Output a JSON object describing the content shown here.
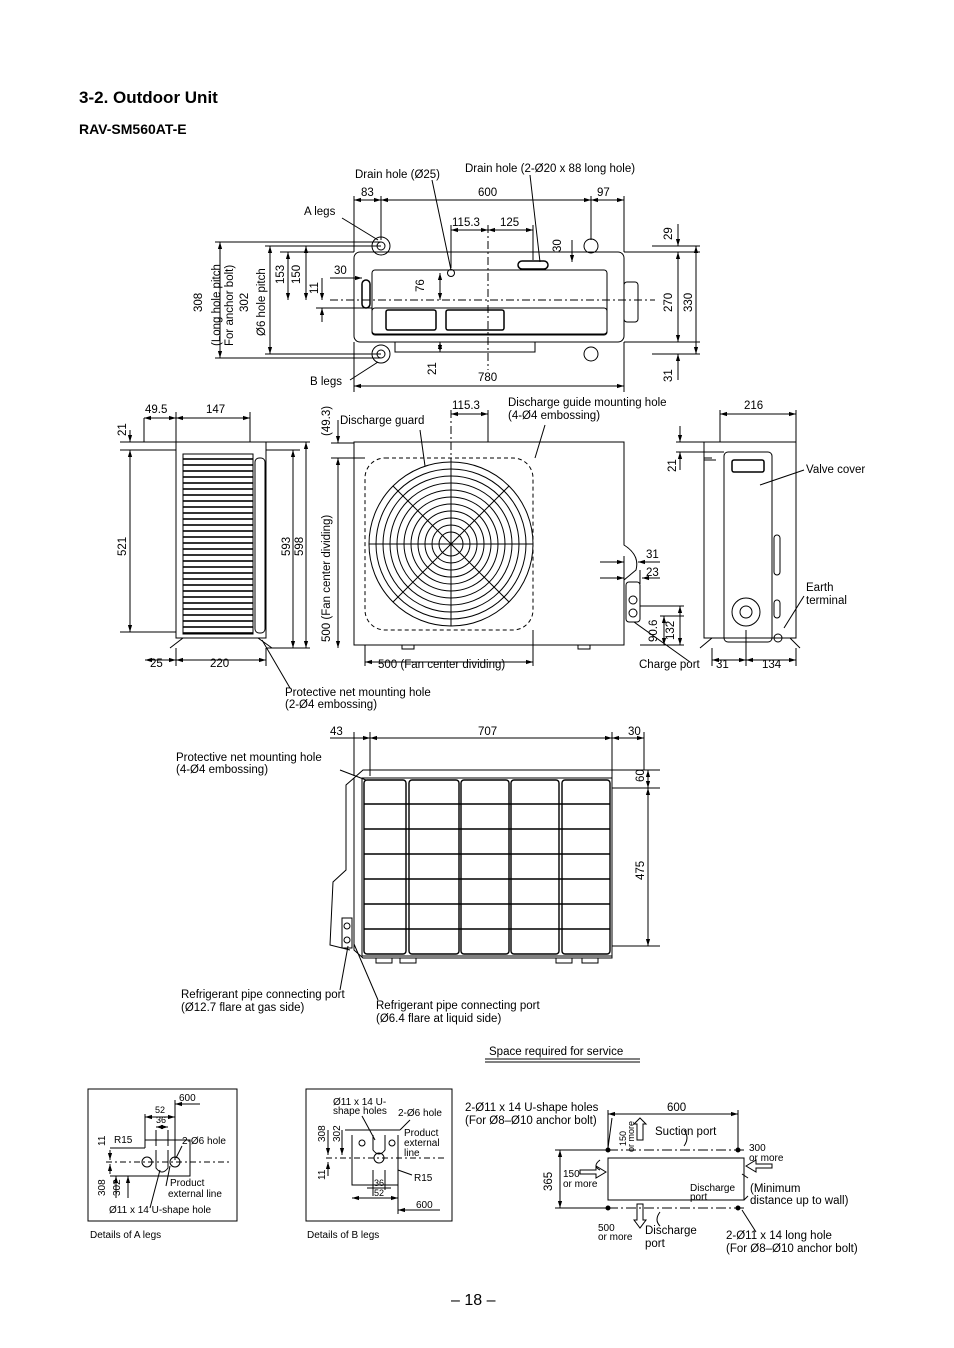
{
  "heading": "3-2.  Outdoor Unit",
  "model": "RAV-SM560AT-E",
  "page_number": "– 18 –",
  "top_view": {
    "drain_hole_25": "Drain hole (Ø25)",
    "drain_hole_long": "Drain hole (2-Ø20 x 88 long hole)",
    "a_legs": "A legs",
    "b_legs": "B legs",
    "dims": {
      "d83": "83",
      "d600": "600",
      "d97": "97",
      "d115_3": "115.3",
      "d125": "125",
      "d30_top": "30",
      "d29": "29",
      "d30_left": "30",
      "d76": "76",
      "d11": "11",
      "d150": "150",
      "d153": "153",
      "d302": "302",
      "d308": "308",
      "d270": "270",
      "d330": "330",
      "d21": "21",
      "d31": "31",
      "d780": "780"
    },
    "hole_pitch_302": "Ø6 hole pitch",
    "hole_pitch_308_a": "(Long hole pitch",
    "hole_pitch_308_b": "For anchor bolt)"
  },
  "front_view": {
    "discharge_guard": "Discharge guard",
    "discharge_guide_a": "Discharge guide mounting hole",
    "discharge_guide_b": "(4-Ø4 embossing)",
    "fan_center_vertical": "500  (Fan center dividing)",
    "fan_center_horizontal": "500 (Fan center dividing)",
    "charge_port": "Charge port",
    "dims": {
      "d49_3": "(49.3)",
      "d115_3": "115.3",
      "d31": "31",
      "d23": "23",
      "d90_6": "90.6",
      "d132": "132"
    }
  },
  "left_view": {
    "dims": {
      "d49_5": "49.5",
      "d147": "147",
      "d21": "21",
      "d521": "521",
      "d593": "593",
      "d598": "598",
      "d25": "25",
      "d220": "220"
    },
    "protective_net_a": "Protective net mounting hole",
    "protective_net_b": "(2-Ø4 embossing)"
  },
  "right_view": {
    "dims": {
      "d216": "216",
      "d21": "21",
      "d31": "31",
      "d134": "134"
    },
    "valve_cover": "Valve cover",
    "earth_terminal_a": "Earth",
    "earth_terminal_b": "terminal"
  },
  "rear_view": {
    "dims": {
      "d43": "43",
      "d707": "707",
      "d30": "30",
      "d60": "60",
      "d475": "475"
    },
    "protective_net_a": "Protective net mounting hole",
    "protective_net_b": "(4-Ø4 embossing)",
    "gas_port_a": "Refrigerant pipe connecting port",
    "gas_port_b": "(Ø12.7 flare at gas side)",
    "liquid_port_a": "Refrigerant pipe connecting port",
    "liquid_port_b": "(Ø6.4 flare at liquid side)"
  },
  "details_a": {
    "caption": "Details of A legs",
    "d600": "600",
    "d52": "52",
    "d36": "36",
    "r15": "R15",
    "holes": "2-Ø6 hole",
    "d11": "11",
    "d308": "308",
    "d302": "302",
    "product_line_a": "Product",
    "product_line_b": "external line",
    "ushape": "Ø11 x 14 U-shape hole"
  },
  "details_b": {
    "caption": "Details of B legs",
    "ushape_a": "Ø11 x 14 U-",
    "ushape_b": "shape holes",
    "holes": "2-Ø6 hole",
    "d308": "308",
    "d302": "302",
    "d11": "11",
    "d36": "36",
    "d52": "52",
    "d600": "600",
    "r15": "R15",
    "product_line_a": "Product",
    "product_line_b": "external",
    "product_line_c": "line"
  },
  "service_space": {
    "title": "Space required for service",
    "ushape_a": "2-Ø11 x 14 U-shape holes",
    "ushape_b": "(For Ø8–Ø10 anchor bolt)",
    "d600": "600",
    "d365": "365",
    "suction_port": "Suction port",
    "d150_top": "150",
    "or_more_top": "or more",
    "d300": "300",
    "or_more_300": "or more",
    "d150_left": "150",
    "or_more_left": "or more",
    "discharge_port_small_a": "Discharge",
    "discharge_port_small_b": "port",
    "min_dist_a": "(Minimum",
    "min_dist_b": "distance up to wall)",
    "d500": "500",
    "or_more_500": "or more",
    "discharge_port_a": "Discharge",
    "discharge_port_b": "port",
    "long_hole_a": "2-Ø11 x 14 long hole",
    "long_hole_b": "(For Ø8–Ø10 anchor bolt)"
  }
}
